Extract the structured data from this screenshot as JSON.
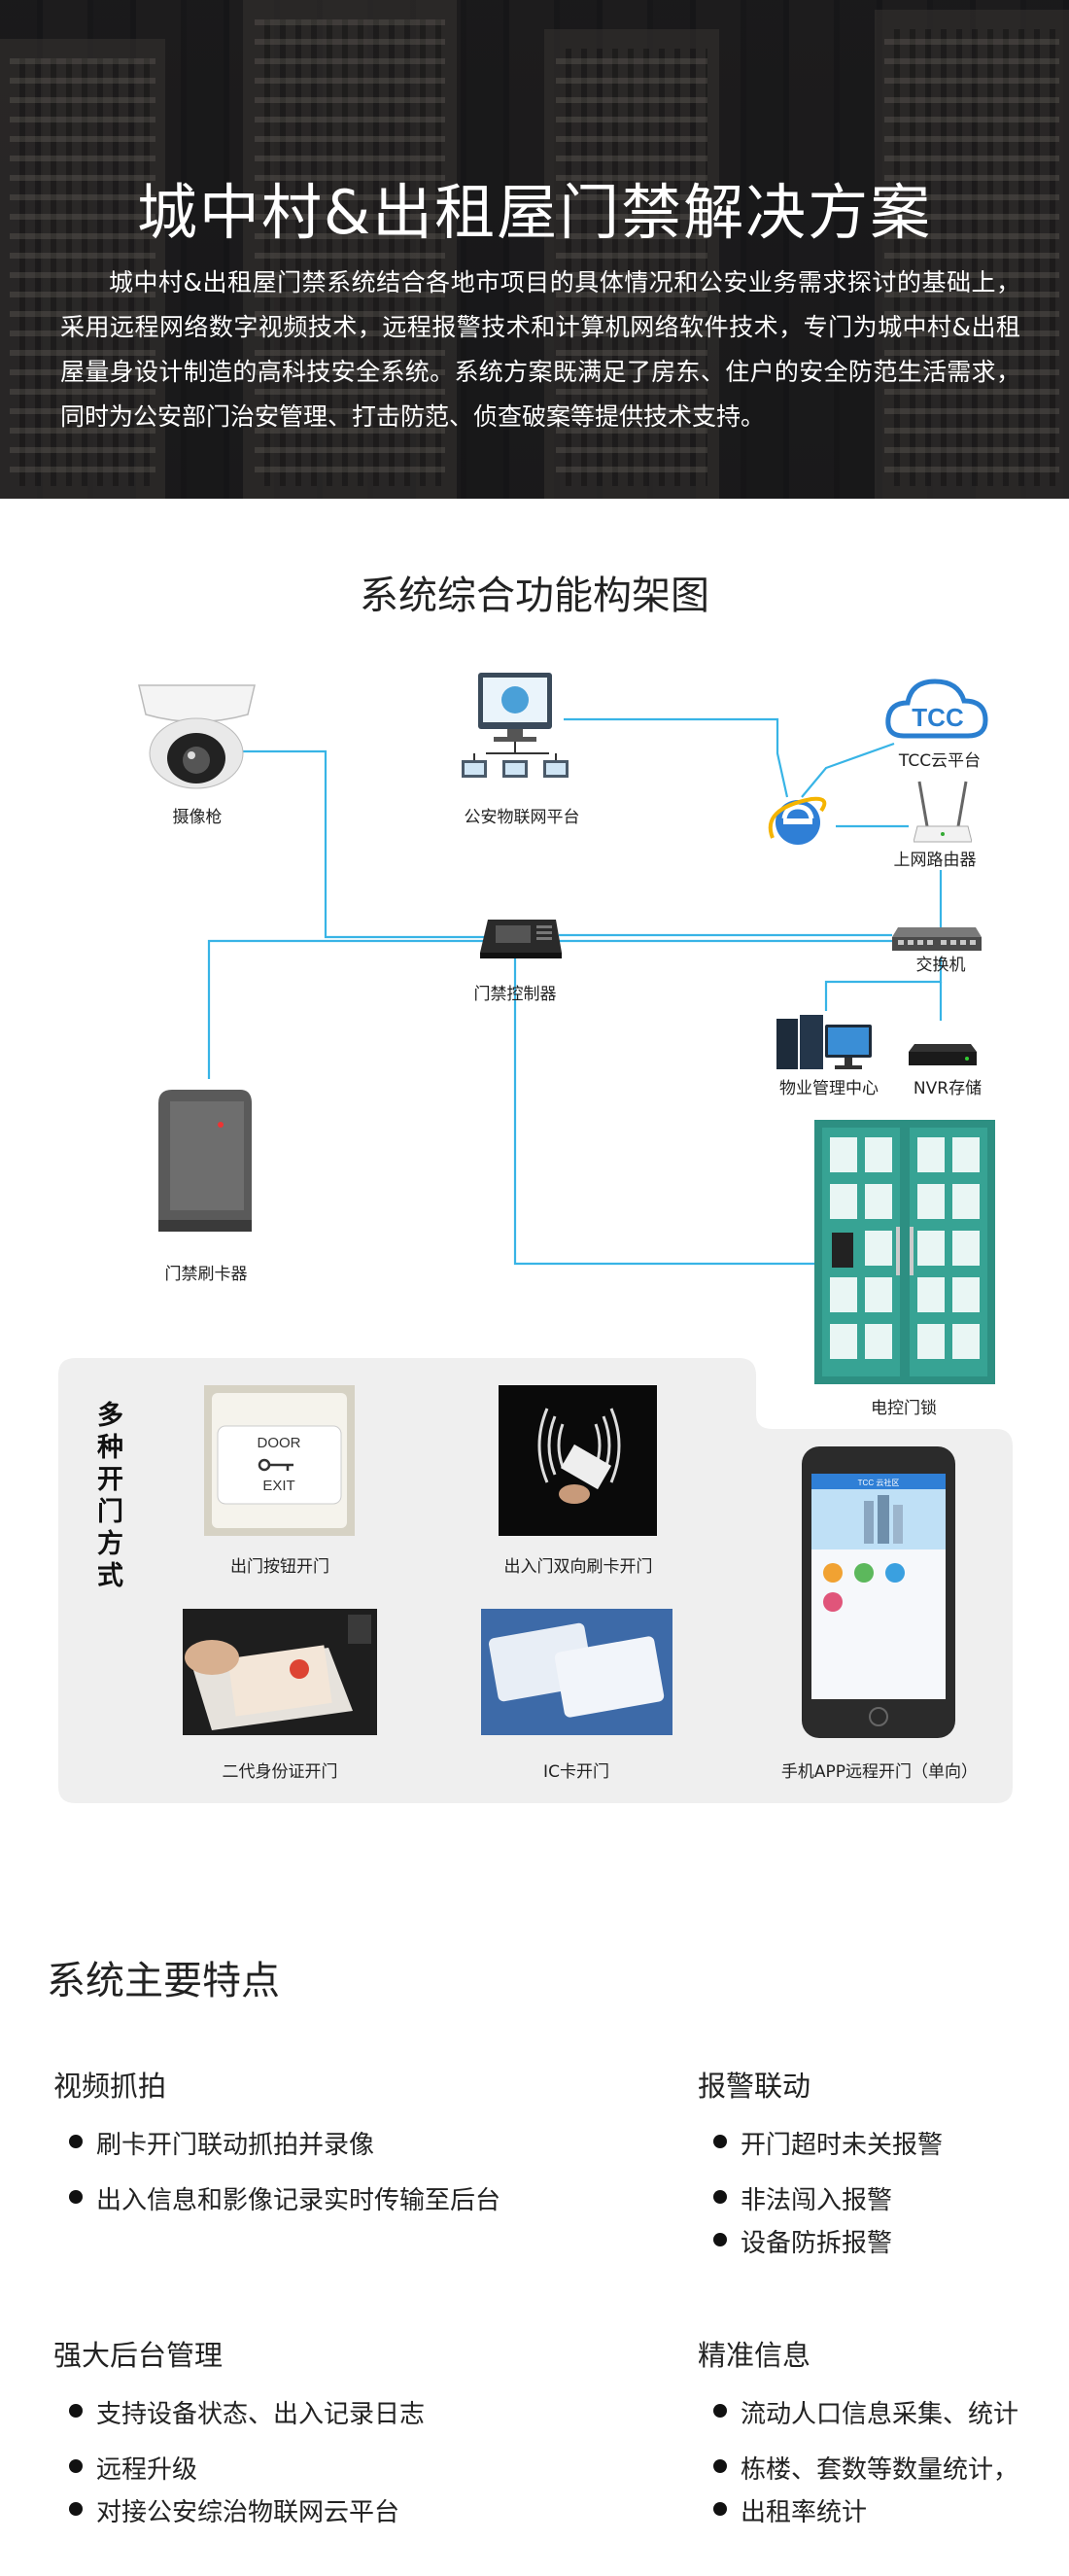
{
  "hero": {
    "title": "城中村&出租屋门禁解决方案",
    "description": "城中村&出租屋门禁系统结合各地市项目的具体情况和公安业务需求探讨的基础上，采用远程网络数字视频技术，远程报警技术和计算机网络软件技术，专门为城中村&出租屋量身设计制造的高科技安全系统。系统方案既满足了房东、住户的安全防范生活需求，同时为公安部门治安管理、打击防范、侦查破案等提供技术支持。"
  },
  "diagram": {
    "title": "系统综合功能构架图",
    "nodes": {
      "camera": "摄像枪",
      "police_platform": "公安物联网平台",
      "tcc_logo": "TCC",
      "tcc_cloud": "TCC云平台",
      "router": "上网路由器",
      "switch": "交换机",
      "controller": "门禁控制器",
      "property_center": "物业管理中心",
      "nvr": "NVR存储",
      "card_reader": "门禁刷卡器",
      "electric_lock": "电控门锁"
    },
    "methods": {
      "heading": "多种开门方式",
      "heading_chars": [
        "多",
        "种",
        "开",
        "门",
        "方",
        "式"
      ],
      "exit_button": "出门按钮开门",
      "exit_button_text": {
        "door": "DOOR",
        "exit": "EXIT"
      },
      "dual_card": "出入门双向刷卡开门",
      "id_card": "二代身份证开门",
      "ic_card": "IC卡开门",
      "app": "手机APP远程开门（单向）",
      "app_header": "TCC 云社区"
    }
  },
  "features": {
    "title": "系统主要特点",
    "groups": [
      {
        "heading": "视频抓拍",
        "items": [
          "刷卡开门联动抓拍并录像",
          "出入信息和影像记录实时传输至后台"
        ]
      },
      {
        "heading": "报警联动",
        "items": [
          "开门超时未关报警",
          "非法闯入报警",
          "设备防拆报警"
        ]
      },
      {
        "heading": "强大后台管理",
        "items": [
          "支持设备状态、出入记录日志",
          "远程升级",
          "对接公安综治物联网云平台"
        ]
      },
      {
        "heading": "精准信息",
        "items": [
          "流动人口信息采集、统计",
          "栋楼、套数等数量统计，",
          "出租率统计"
        ]
      }
    ]
  },
  "colors": {
    "line": "#38b4e6",
    "door_green": "#2d8f82",
    "panel_bg": "#efefef"
  }
}
